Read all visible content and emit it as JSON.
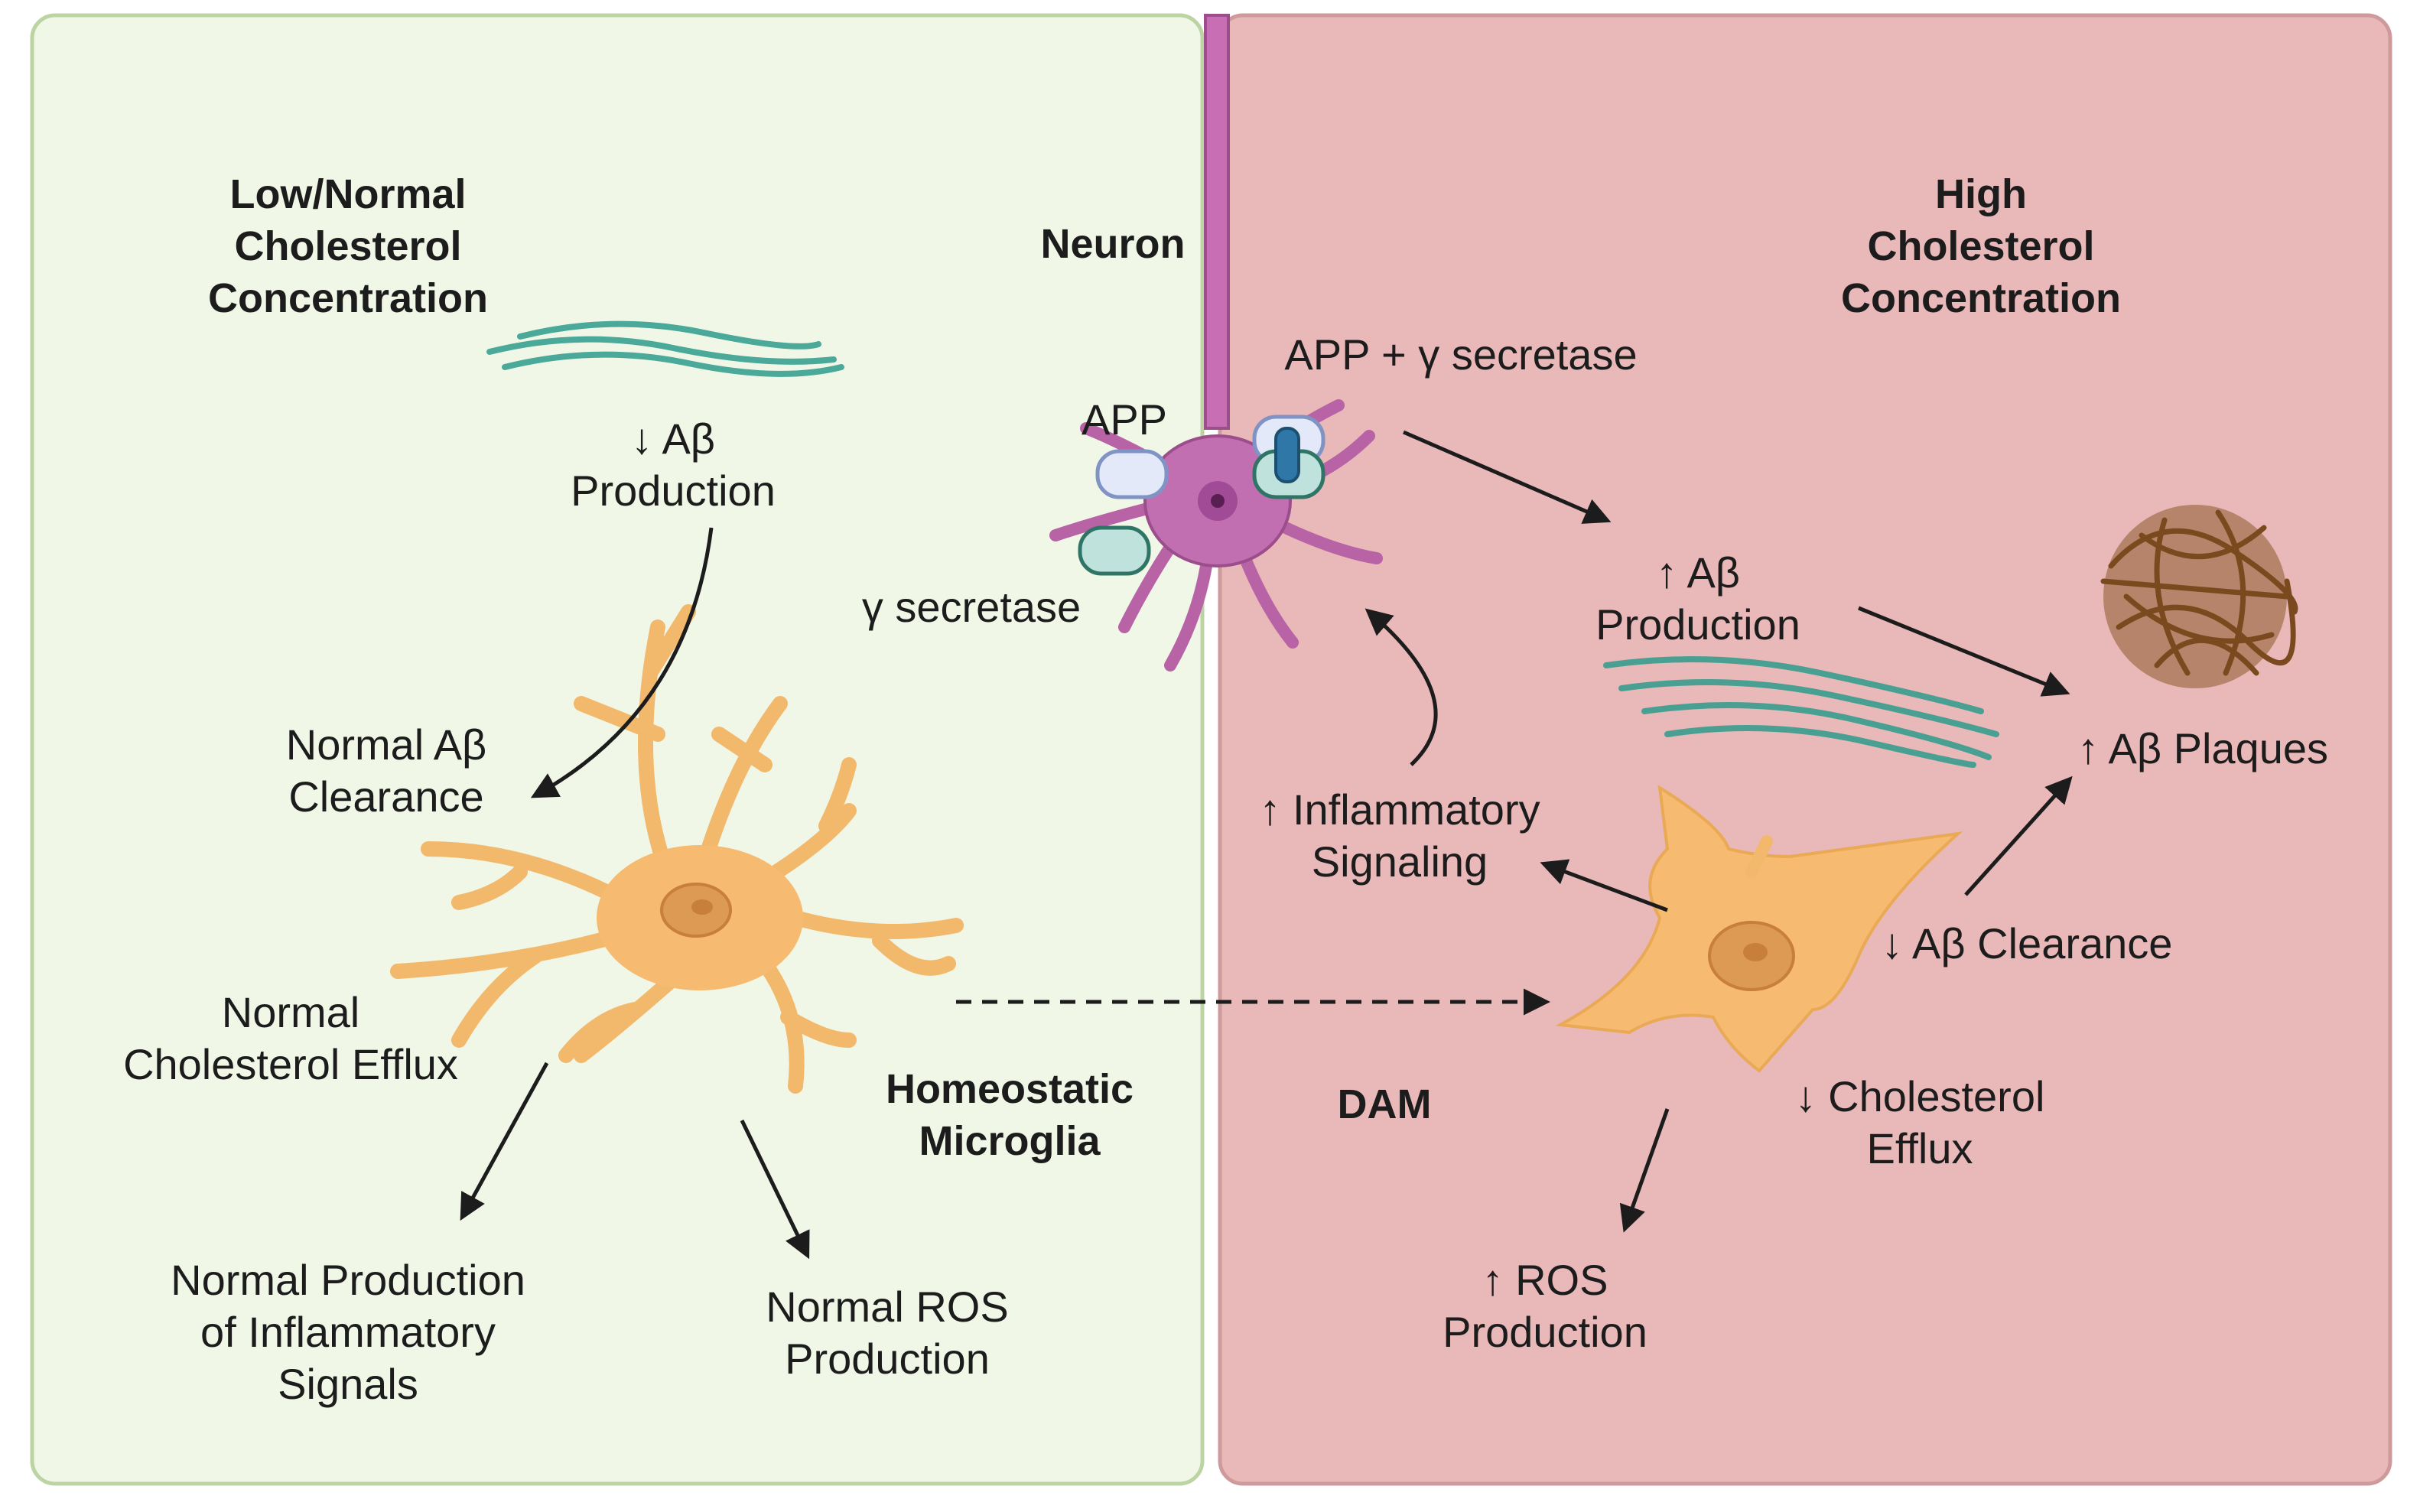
{
  "left_panel": {
    "title_lines": [
      "Low/Normal",
      "Cholesterol",
      "Concentration"
    ],
    "ab_production": [
      "↓ Aβ",
      "Production"
    ],
    "ab_clearance": [
      "Normal Aβ",
      "Clearance"
    ],
    "cholesterol_efflux": [
      "Normal",
      "Cholesterol Efflux"
    ],
    "inflammatory": [
      "Normal Production",
      "of Inflammatory",
      "Signals"
    ],
    "ros": [
      "Normal ROS",
      "Production"
    ],
    "microglia_label": [
      "Homeostatic",
      "Microglia"
    ],
    "colors": {
      "panel": "#f1f7e7",
      "border": "#bcd3a4"
    }
  },
  "neuron": {
    "label": "Neuron",
    "app": "APP",
    "gamma": "γ secretase",
    "app_gamma": "APP + γ secretase"
  },
  "right_panel": {
    "title_lines": [
      "High",
      "Cholesterol",
      "Concentration"
    ],
    "ab_production": [
      "↑ Aβ",
      "Production"
    ],
    "plaques": "↑ Aβ Plaques",
    "inflammatory": [
      "↑ Inflammatory",
      "Signaling"
    ],
    "ab_clearance": "↓ Aβ Clearance",
    "cholesterol_efflux": [
      "↓ Cholesterol",
      "Efflux"
    ],
    "dam": "DAM",
    "ros": [
      "↑ ROS",
      "Production"
    ],
    "colors": {
      "panel": "#e9b8b8",
      "border": "#cf9a9b"
    }
  },
  "icons": [
    "neuron-cell-icon",
    "microglia-icon",
    "dam-microglia-icon",
    "amyloid-fibril-icon",
    "amyloid-plaque-icon",
    "app-receptor-icon",
    "gamma-secretase-icon"
  ]
}
